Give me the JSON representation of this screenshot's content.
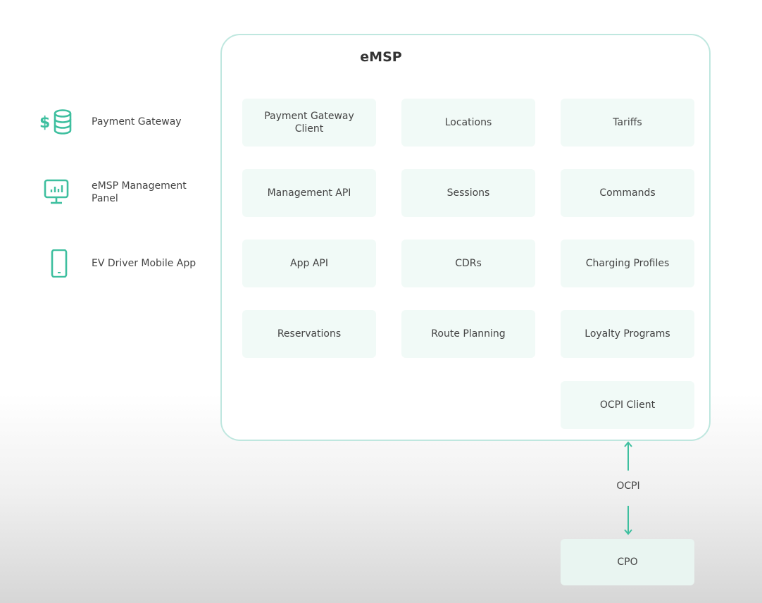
{
  "external": [
    {
      "label": "Payment Gateway",
      "icon": "payment-database-icon"
    },
    {
      "label": "eMSP Management Panel",
      "icon": "monitor-chart-icon"
    },
    {
      "label": "EV Driver Mobile App",
      "icon": "mobile-phone-icon"
    }
  ],
  "emsp": {
    "title": "eMSP",
    "modules": [
      "Payment Gateway Client",
      "Locations",
      "Tariffs",
      "Management API",
      "Sessions",
      "Commands",
      "App API",
      "CDRs",
      "Charging Profiles",
      "Reservations",
      "Route Planning",
      "Loyalty Programs",
      "OCPI Client"
    ]
  },
  "connection": {
    "protocol": "OCPI",
    "target": "CPO"
  },
  "colors": {
    "accent": "#3ebf9f",
    "frame_border": "#bfe7df",
    "module_fill": "#f1faf7"
  }
}
